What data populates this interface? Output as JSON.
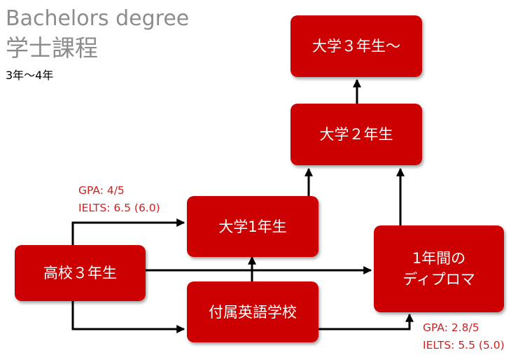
{
  "title_en": "Bachelors degree",
  "title_ja": "学士課程",
  "subtitle": "3年〜4年",
  "nodes": {
    "univ3": "大学３年生〜",
    "univ2": "大学２年生",
    "univ1": "大学1年生",
    "highschool3": "高校３年生",
    "language_school": "付属英語学校",
    "diploma": "1年間の\nディプロマ"
  },
  "requirements": {
    "univ1": {
      "gpa": "GPA: 4/5",
      "ielts": "IELTS: 6.5 (6.0)"
    },
    "diploma": {
      "gpa": "GPA: 2.8/5",
      "ielts": "IELTS: 5.5 (5.0)"
    }
  },
  "colors": {
    "box": "#cc0000",
    "requirement_text": "#cc2222",
    "title": "#8c8c8c"
  }
}
